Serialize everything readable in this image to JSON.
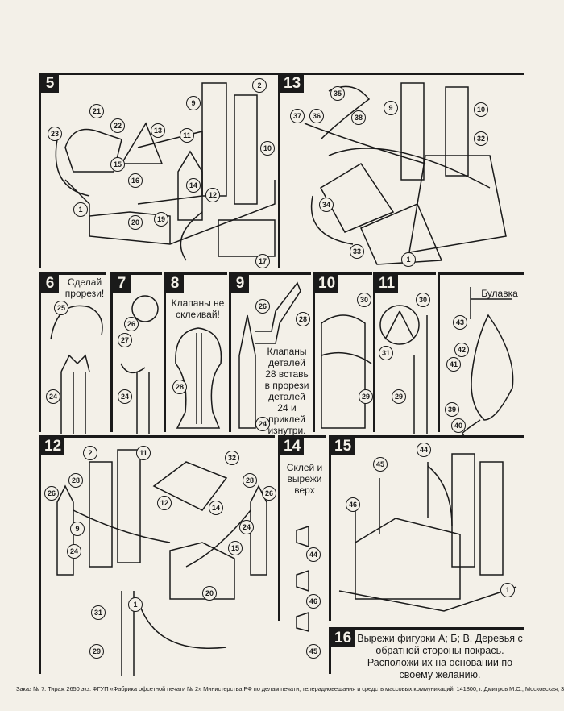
{
  "steps": {
    "s5": {
      "number": "5",
      "callouts": [
        "21",
        "22",
        "23",
        "13",
        "15",
        "16",
        "11",
        "9",
        "2",
        "10",
        "14",
        "12",
        "1",
        "20",
        "19",
        "17"
      ]
    },
    "s13": {
      "number": "13",
      "callouts": [
        "35",
        "37",
        "36",
        "38",
        "9",
        "10",
        "32",
        "34",
        "33",
        "1"
      ]
    },
    "s6": {
      "number": "6",
      "note": "Сделай прорези!",
      "callouts": [
        "25",
        "24"
      ]
    },
    "s7": {
      "number": "7",
      "callouts": [
        "26",
        "27",
        "24"
      ]
    },
    "s8": {
      "number": "8",
      "note": "Клапаны не склеивай!",
      "callouts": [
        "28"
      ]
    },
    "s9": {
      "number": "9",
      "note": "Клапаны деталей 28 вставь в прорези деталей 24 и приклей изнутри.",
      "callouts": [
        "26",
        "28",
        "24"
      ]
    },
    "s10": {
      "number": "10",
      "callouts": [
        "30",
        "29"
      ]
    },
    "s11": {
      "number": "11",
      "callouts": [
        "30",
        "31",
        "29"
      ]
    },
    "balloon": {
      "note": "Булавка",
      "callouts": [
        "43",
        "42",
        "41",
        "39",
        "40"
      ]
    },
    "s12": {
      "number": "12",
      "callouts": [
        "2",
        "28",
        "26",
        "9",
        "24",
        "12",
        "14",
        "32",
        "28",
        "26",
        "24",
        "15",
        "20",
        "1",
        "31",
        "29",
        "11"
      ]
    },
    "s14": {
      "number": "14",
      "note": "Склей и вырежи верх",
      "callouts": [
        "44",
        "46",
        "45"
      ]
    },
    "s15": {
      "number": "15",
      "callouts": [
        "45",
        "44",
        "46",
        "1"
      ]
    },
    "s16": {
      "number": "16",
      "note": "Вырежи фигурки А; Б; В. Деревья с обратной стороны покрась. Расположи их на основании по своему желанию."
    }
  },
  "footer": "Заказ № 7. Тираж 2650 экз. ФГУП «Фабрика офсетной печати № 2» Министерства РФ по делам печати, телерадиовещания и средств массовых коммуникаций. 141800, г. Дмитров М.О., Московская, 3."
}
